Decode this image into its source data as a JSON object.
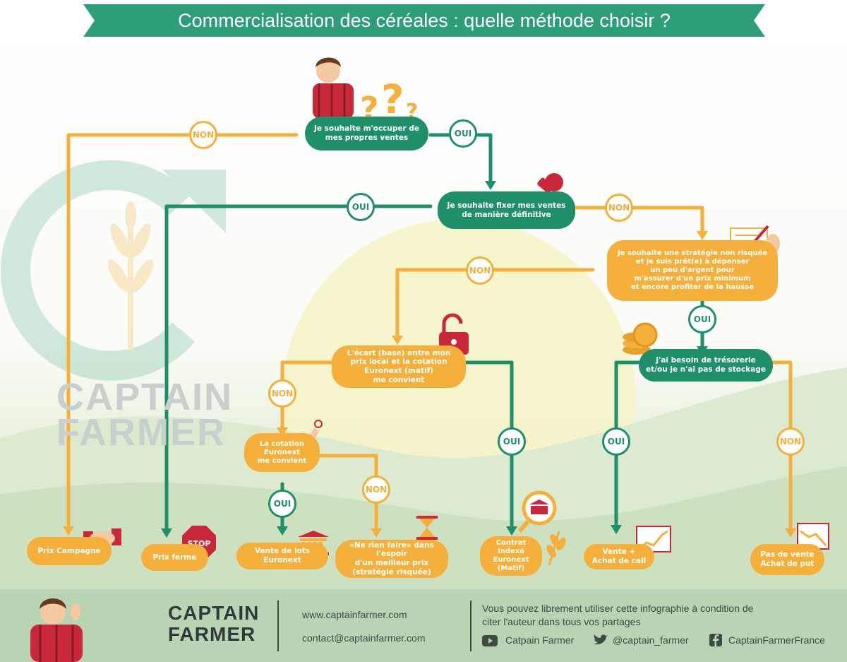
{
  "title": "Commercialisation des céréales : quelle méthode choisir ?",
  "watermark": {
    "line1": "CAPTAIN",
    "line2": "FARMER"
  },
  "nodes": {
    "q1": "Je souhaite m'occuper de\nmes propres ventes",
    "q2": "Je souhaite fixer mes ventes\nde manière définitive",
    "q3": "Je souhaite une stratégie non risquée\net je suis prêt(e) à dépenser\nun peu d'argent pour\nm'assurer d'un prix minimum\net encore profiter de la hausse",
    "q4": "J'ai besoin de trésorerie\net/ou je n'ai pas de stockage",
    "q5": "L'écart (base) entre mon\nprix local et la cotation\nEuronext (matif)\nme convient",
    "q6": "La cotation\nEuronext\nme convient",
    "r1": "Prix Campagne",
    "r2": "Prix ferme",
    "r3": "Vente de lots Euronext",
    "r4": "«Ne rien faire» dans l'espoir\nd'un meilleur prix\n(stratégie risquée)",
    "r5": "Contrat Indexé\nEuronext\n(Matif)",
    "r6": "Vente +\nAchat de call",
    "r7": "Pas de vente\nAchat de put"
  },
  "badges": {
    "oui": "OUI",
    "non": "NON"
  },
  "icons": {
    "stop_sign": "STOP"
  },
  "footer": {
    "brand_line1": "CAPTAIN",
    "brand_line2": "FARMER",
    "website": "www.captainfarmer.com",
    "email": "contact@captainfarmer.com",
    "notice": "Vous pouvez librement utiliser cette infographie à condition de\nciter l'auteur dans tous vos partages",
    "youtube": "Catpain Farmer",
    "twitter": "@captain_farmer",
    "facebook": "CaptainFarmerFrance"
  },
  "colors": {
    "green": "#1f8f6a",
    "orange": "#f4b03a",
    "banner": "#2e9e78",
    "footer": "#b9d4b2",
    "text_dark": "#3d4a46"
  }
}
